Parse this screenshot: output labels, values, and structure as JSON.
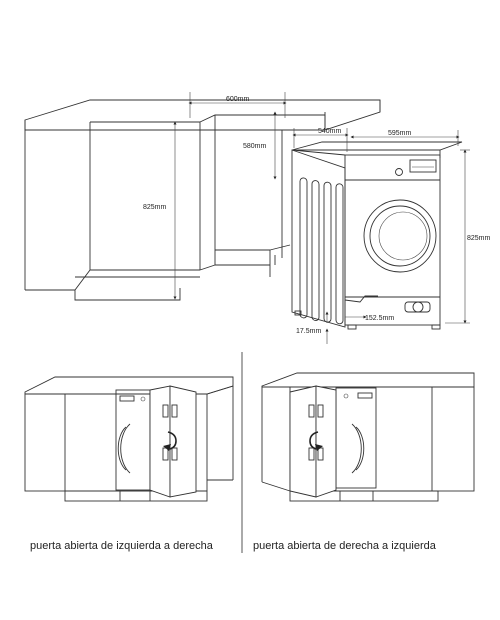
{
  "top_diagram": {
    "dimensions": {
      "cabinet_width": "600mm",
      "cabinet_depth": "580mm",
      "cabinet_height": "825mm",
      "machine_depth": "540mm",
      "machine_width": "595mm",
      "machine_height": "825mm",
      "foot_offset": "17.5mm",
      "rear_offset": "152.5mm"
    }
  },
  "bottom_diagrams": {
    "left_caption": "puerta abierta de izquierda a derecha",
    "right_caption": "puerta abierta de derecha a izquierda"
  }
}
